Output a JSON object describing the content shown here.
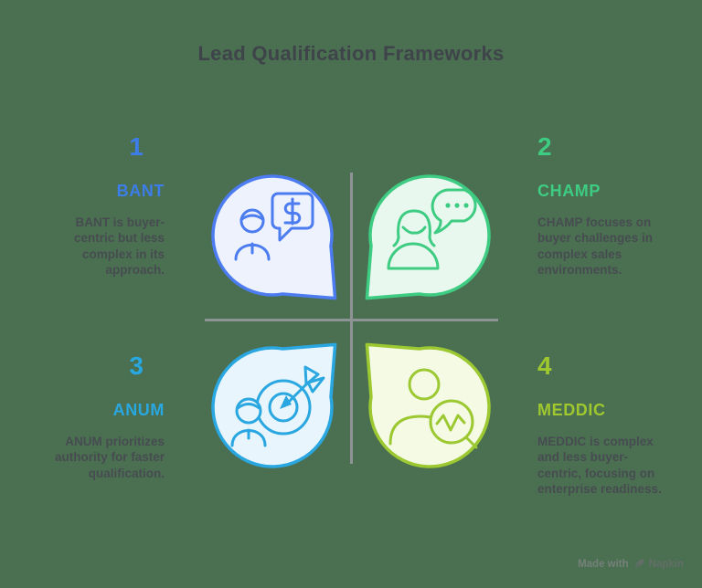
{
  "title": "Lead Qualification Frameworks",
  "quadrants": [
    {
      "number": "1",
      "label": "BANT",
      "description": "BANT is buyer-centric but less complex in its approach.",
      "accent_color": "#3d7de9",
      "bubble_fill": "#edf2fd",
      "bubble_stroke": "#4c7cf0",
      "icon": "person-dollar-message-icon",
      "tail_direction": "bottom-right"
    },
    {
      "number": "2",
      "label": "CHAMP",
      "description": "CHAMP focuses on buyer challenges in complex sales environments.",
      "accent_color": "#3ecb82",
      "bubble_fill": "#e8f8ef",
      "bubble_stroke": "#3ecb82",
      "icon": "woman-chat-dots-icon",
      "tail_direction": "bottom-left"
    },
    {
      "number": "3",
      "label": "ANUM",
      "description": "ANUM prioritizes authority for faster qualification.",
      "accent_color": "#29a7e0",
      "bubble_fill": "#e8f5fc",
      "bubble_stroke": "#2aa7e0",
      "icon": "person-target-dart-icon",
      "tail_direction": "top-right"
    },
    {
      "number": "4",
      "label": "MEDDIC",
      "description": "MEDDIC is complex and less buyer-centric, focusing on enterprise readiness.",
      "accent_color": "#9fc82f",
      "bubble_fill": "#f5fae4",
      "bubble_stroke": "#9cc832",
      "icon": "person-magnifier-pulse-icon",
      "tail_direction": "top-left"
    }
  ],
  "colors": {
    "background": "#4a7051",
    "title_text": "#3f444a",
    "body_text": "#474c51",
    "divider": "#8e9396"
  },
  "watermark": {
    "prefix": "Made with",
    "brand": "Napkin",
    "icon": "napkin-pen-icon"
  }
}
